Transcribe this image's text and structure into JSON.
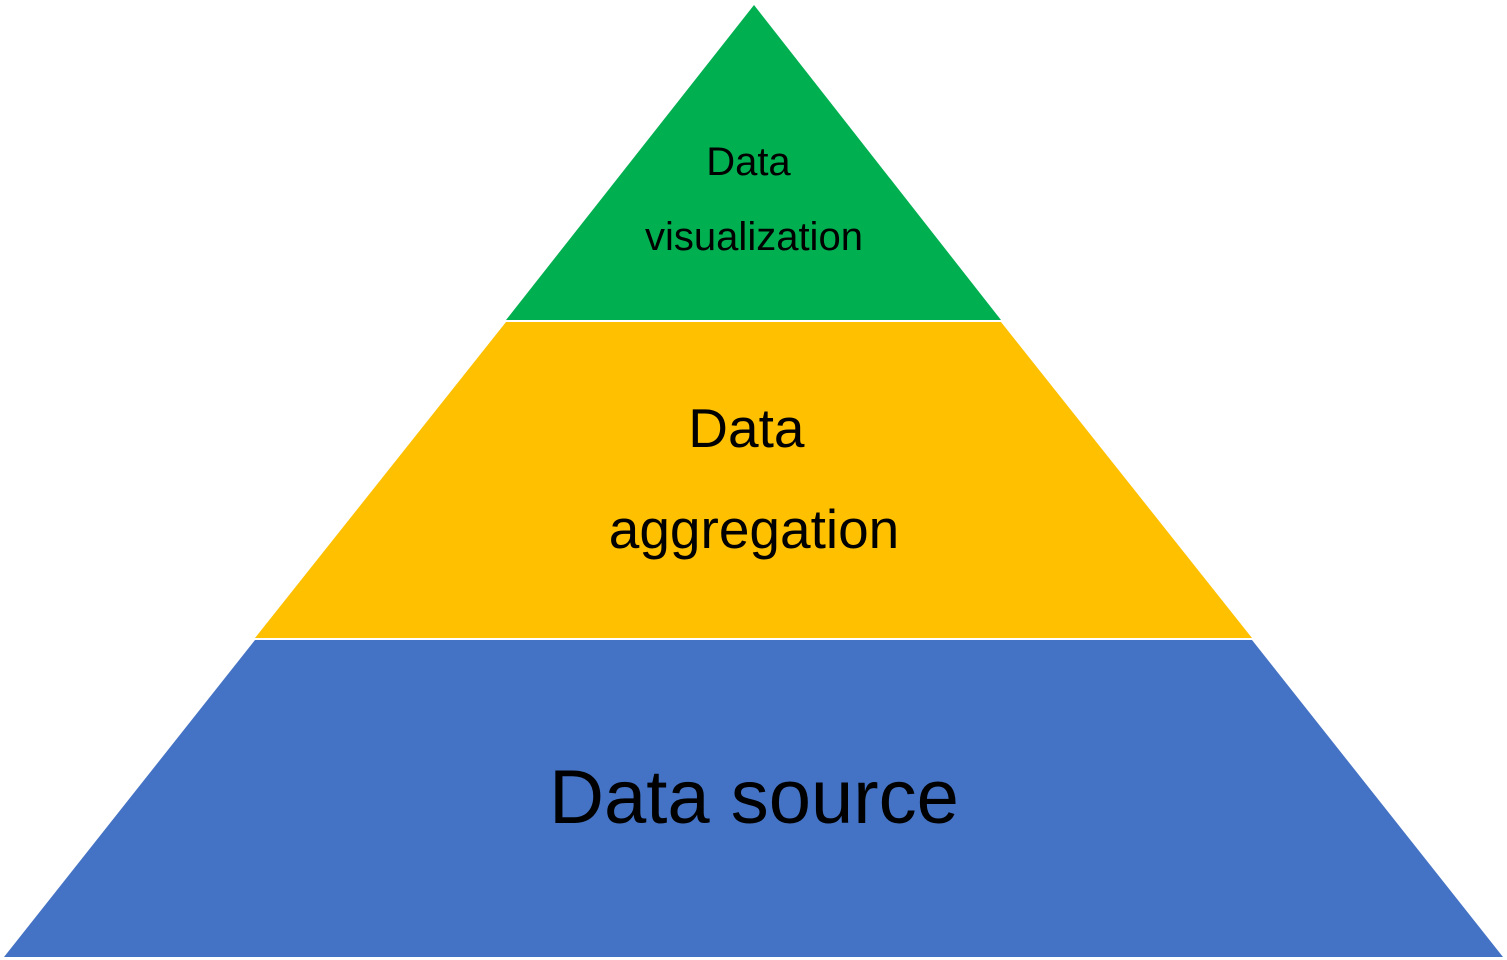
{
  "pyramid": {
    "tiers": [
      {
        "id": "top",
        "lines": [
          "Data",
          "visualization"
        ],
        "color": "#00B050"
      },
      {
        "id": "middle",
        "lines": [
          "Data",
          "aggregation"
        ],
        "color": "#FFC000"
      },
      {
        "id": "bottom",
        "lines": [
          "Data source"
        ],
        "color": "#4472C4"
      }
    ],
    "separator_color": "#FFFFFF"
  }
}
